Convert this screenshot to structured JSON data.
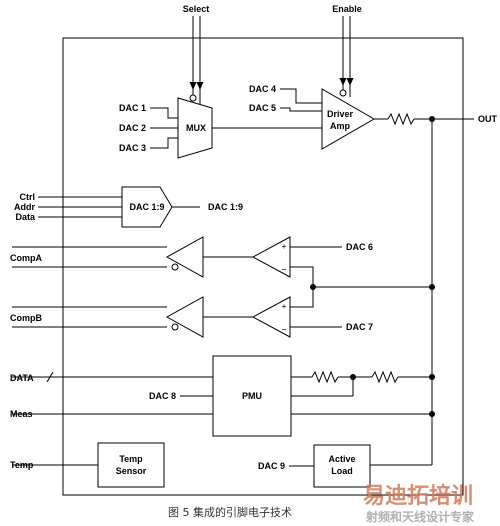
{
  "signals": {
    "select": "Select",
    "enable": "Enable",
    "out": "OUT",
    "ctrl": "Ctrl",
    "addr": "Addr",
    "data": "Data",
    "dac_bus_out": "DAC 1:9",
    "compa": "CompA",
    "compb": "CompB",
    "data_in": "DATA",
    "meas": "Meas",
    "temp": "Temp"
  },
  "dacs": {
    "dac1": "DAC 1",
    "dac2": "DAC 2",
    "dac3": "DAC 3",
    "dac4": "DAC 4",
    "dac5": "DAC 5",
    "dac6": "DAC 6",
    "dac7": "DAC 7",
    "dac8": "DAC 8",
    "dac9": "DAC 9"
  },
  "blocks": {
    "mux": "MUX",
    "driver_line1": "Driver",
    "driver_line2": "Amp",
    "dac_bus": "DAC 1:9",
    "pmu": "PMU",
    "temp_line1": "Temp",
    "temp_line2": "Sensor",
    "load_line1": "Active",
    "load_line2": "Load"
  },
  "polarity": {
    "plus": "+",
    "minus": "−"
  },
  "caption": "图 5   集成的引脚电子技术",
  "watermark": {
    "main": "易迪拓培训",
    "sub": "射频和天线设计专家",
    "colors": {
      "main": "#d27a5a",
      "sub": "#b0b0b0"
    }
  }
}
